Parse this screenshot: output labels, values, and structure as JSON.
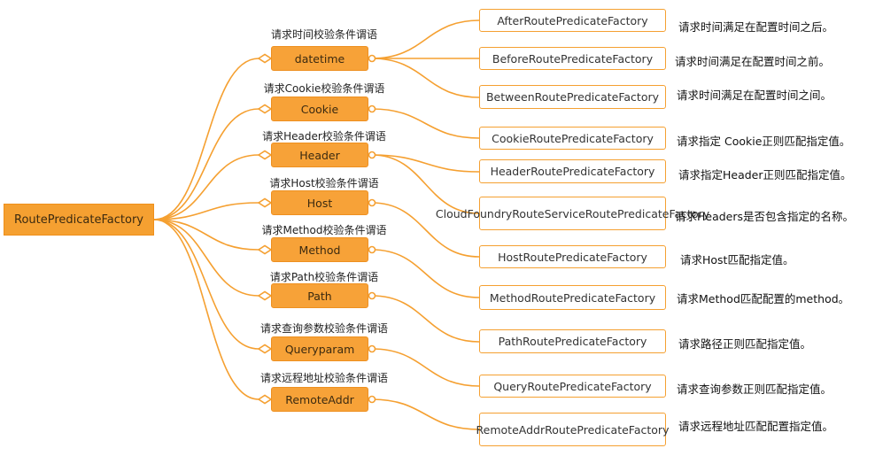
{
  "root": {
    "label": "RoutePredicateFactory"
  },
  "predicates": [
    {
      "label": "datetime",
      "caption": "请求时间校验条件谓语"
    },
    {
      "label": "Cookie",
      "caption": "请求Cookie校验条件谓语"
    },
    {
      "label": "Header",
      "caption": "请求Header校验条件谓语"
    },
    {
      "label": "Host",
      "caption": "请求Host校验条件谓语"
    },
    {
      "label": "Method",
      "caption": "请求Method校验条件谓语"
    },
    {
      "label": "Path",
      "caption": "请求Path校验条件谓语"
    },
    {
      "label": "Queryparam",
      "caption": "请求查询参数校验条件谓语"
    },
    {
      "label": "RemoteAddr",
      "caption": "请求远程地址校验条件谓语"
    }
  ],
  "factories": [
    {
      "label": "AfterRoutePredicateFactory",
      "desc": "请求时间满足在配置时间之后。"
    },
    {
      "label": "BeforeRoutePredicateFactory",
      "desc": "请求时间满足在配置时间之前。"
    },
    {
      "label": "BetweenRoutePredicateFactory",
      "desc": "请求时间满足在配置时间之间。"
    },
    {
      "label": "CookieRoutePredicateFactory",
      "desc": "请求指定 Cookie正则匹配指定值。"
    },
    {
      "label": "HeaderRoutePredicateFactory",
      "desc": "请求指定Header正则匹配指定值。"
    },
    {
      "label": "CloudFoundryRouteServiceRoutePredicateFactory",
      "desc": "请求Headers是否包含指定的名称。"
    },
    {
      "label": "HostRoutePredicateFactory",
      "desc": "请求Host匹配指定值。"
    },
    {
      "label": "MethodRoutePredicateFactory",
      "desc": "请求Method匹配配置的method。"
    },
    {
      "label": "PathRoutePredicateFactory",
      "desc": "请求路径正则匹配指定值。"
    },
    {
      "label": "QueryRoutePredicateFactory",
      "desc": "请求查询参数正则匹配指定值。"
    },
    {
      "label": "RemoteAddrRoutePredicateFactory",
      "desc": "请求远程地址匹配配置指定值。"
    }
  ],
  "colors": {
    "line": "#f5a031",
    "nodeFill": "#f7a238",
    "nodeBorder": "#ee9020"
  }
}
